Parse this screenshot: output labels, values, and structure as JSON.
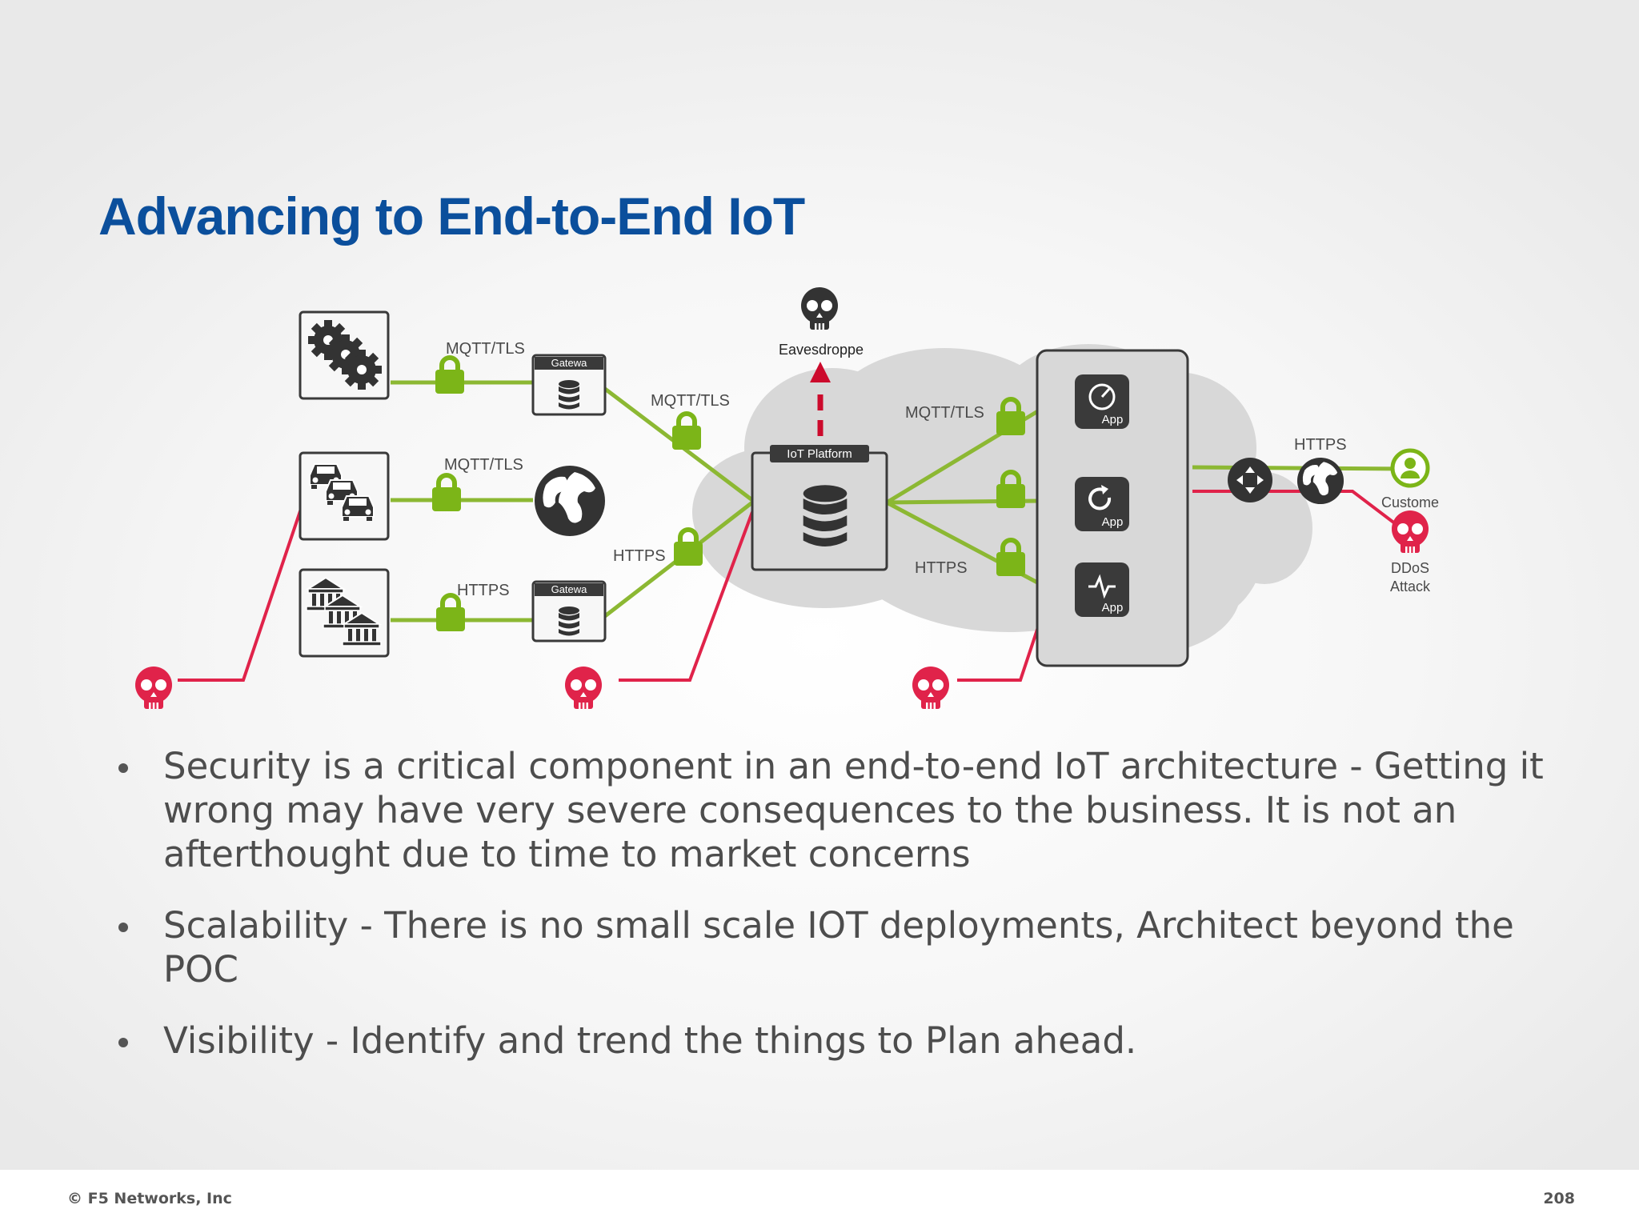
{
  "slide": {
    "title": "Advancing to End-to-End IoT",
    "page_number": "208",
    "copyright": "© F5 Networks, Inc"
  },
  "diagram": {
    "labels": {
      "mqtt_top": "MQTT/TLS",
      "mqtt_middle": "MQTT/TLS",
      "https_bottom": "HTTPS",
      "mqtt_gateway": "MQTT/TLS",
      "https_gateway": "HTTPS",
      "mqtt_platform": "MQTT/TLS",
      "https_platform": "HTTPS",
      "https_customer": "HTTPS"
    },
    "gateway_top": "Gatewa",
    "gateway_bottom": "Gatewa",
    "iot_platform": "IoT Platform",
    "eavesdropper": "Eavesdroppe",
    "apps": [
      "App",
      "App",
      "App"
    ],
    "customer": "Custome",
    "ddos_line1": "DDoS",
    "ddos_line2": "Attack",
    "colors": {
      "secure_link": "#8cb833",
      "attack_link": "#e0234a",
      "lock": "#7cb518",
      "title": "#0b4f9c",
      "cloud": "#d8d8d8",
      "app_tile": "#3a3a3a"
    }
  },
  "bullets": [
    "Security is a critical component in an end-to-end IoT architecture - Getting it wrong may have very severe consequences to the business. It is not an afterthought due to time to market concerns",
    "Scalability - There is no small scale IOT deployments, Architect beyond the POC",
    "Visibility - Identify and trend the things to Plan ahead."
  ]
}
